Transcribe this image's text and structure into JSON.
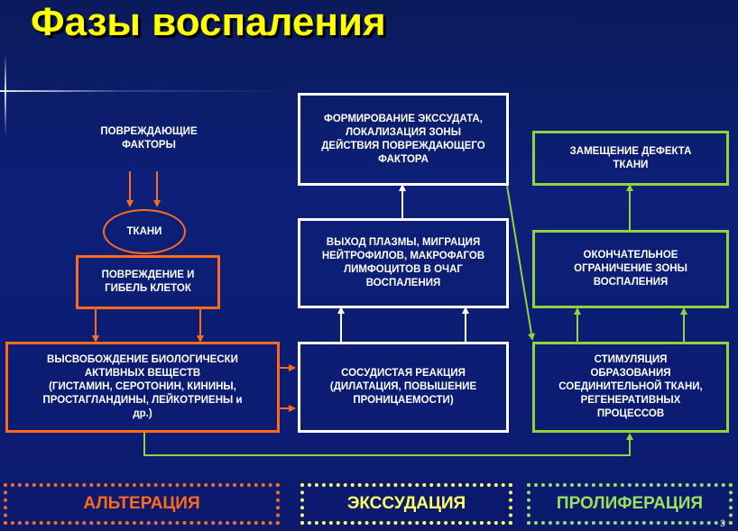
{
  "title": "Фазы воспаления",
  "boxes": {
    "damaging_factors": "ПОВРЕЖДАЮЩИЕ\nФАКТОРЫ",
    "tissues": "ТКАНИ",
    "cell_damage": "ПОВРЕЖДЕНИЕ И\nГИБЕЛЬ КЛЕТОК",
    "release": "ВЫСВОБОЖДЕНИЕ БИОЛОГИЧЕСКИ\nАКТИВНЫХ ВЕЩЕСТВ\n(ГИСТАМИН, СЕРОТОНИН, КИНИНЫ,\nПРОСТАГЛАНДИНЫ, ЛЕЙКОТРИЕНЫ и\nдр.)",
    "exudate": "ФОРМИРОВАНИЕ ЭКССУДАТА,\nЛОКАЛИЗАЦИЯ ЗОНЫ\nДЕЙСТВИЯ ПОВРЕЖДАЮЩЕГО\nФАКТОРА",
    "plasma": "ВЫХОД ПЛАЗМЫ, МИГРАЦИЯ\nНЕЙТРОФИЛОВ, МАКРОФАГОВ\nЛИМФОЦИТОВ В ОЧАГ\nВОСПАЛЕНИЯ",
    "vascular": "СОСУДИСТАЯ РЕАКЦИЯ\n(ДИЛАТАЦИЯ, ПОВЫШЕНИЕ\nПРОНИЦАЕМОСТИ)",
    "defect": "ЗАМЕЩЕНИЕ ДЕФЕКТА\nТКАНИ",
    "final_limit": "ОКОНЧАТЕЛЬНОЕ\nОГРАНИЧЕНИЕ ЗОНЫ\nВОСПАЛЕНИЯ",
    "stimulation": "СТИМУЛЯЦИЯ\nОБРАЗОВАНИЯ\nСОЕДИНИТЕЛЬНОЙ ТКАНИ,\nРЕГЕНЕРАТИВНЫХ\nПРОЦЕССОВ"
  },
  "phases": {
    "alteration": "АЛЬТЕРАЦИЯ",
    "exudation": "ЭКССУДАЦИЯ",
    "proliferation": "ПРОЛИФЕРАЦИЯ"
  },
  "slide_number": "3",
  "colors": {
    "alteration": "#ff6b1a",
    "exudation": "#ffffff",
    "proliferation": "#8ed43a",
    "title": "#ffff00"
  }
}
